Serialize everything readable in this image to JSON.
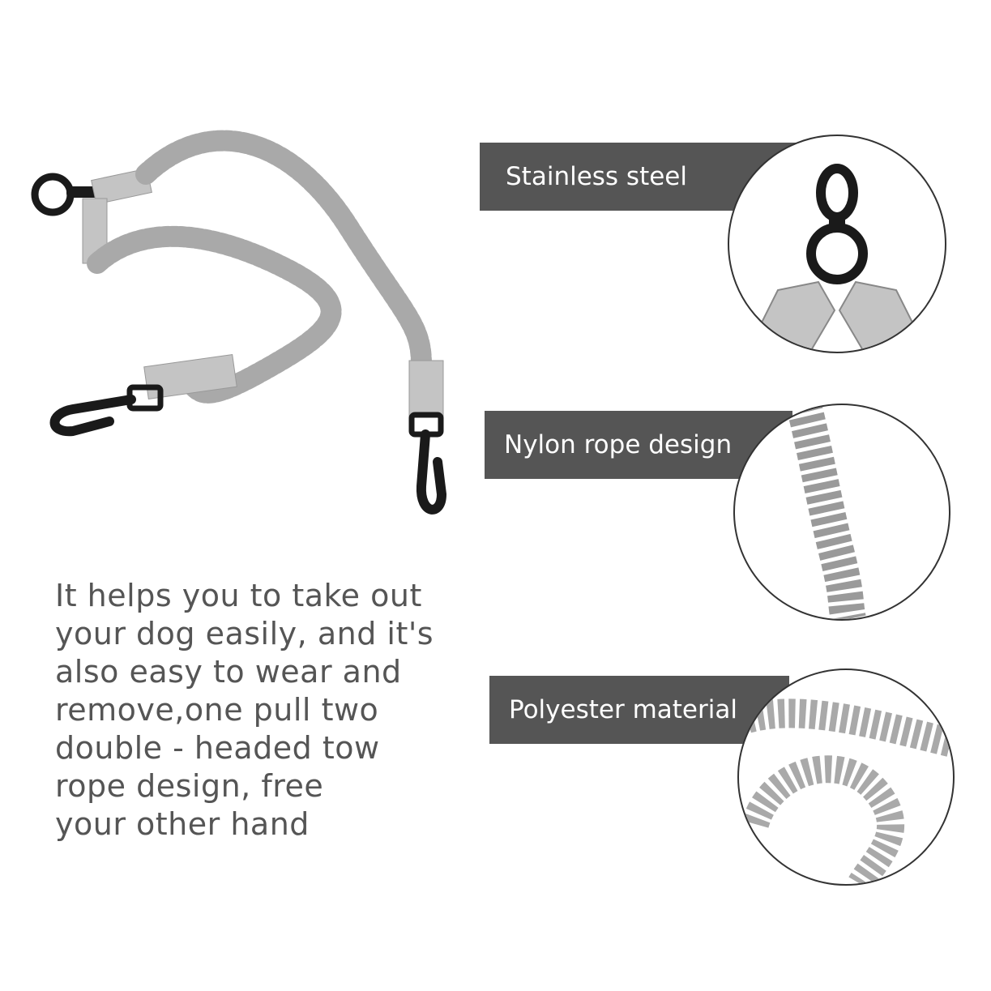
{
  "description": {
    "lines": [
      "It helps you to take out",
      "your dog easily, and it's",
      "also easy to wear and",
      "remove,one pull two",
      "double - headed tow",
      "rope design, free",
      "your other hand"
    ]
  },
  "features": [
    {
      "label": "Stainless steel",
      "icon": "swivel-ring-closeup"
    },
    {
      "label": "Nylon rope design",
      "icon": "bungee-rope-closeup"
    },
    {
      "label": "Polyester material",
      "icon": "polyester-coil-closeup"
    }
  ],
  "colors": {
    "label_bg": "#555555",
    "label_text": "#ffffff",
    "text": "#555555",
    "rope": "#a9a9a9",
    "metal": "#1a1a1a"
  }
}
